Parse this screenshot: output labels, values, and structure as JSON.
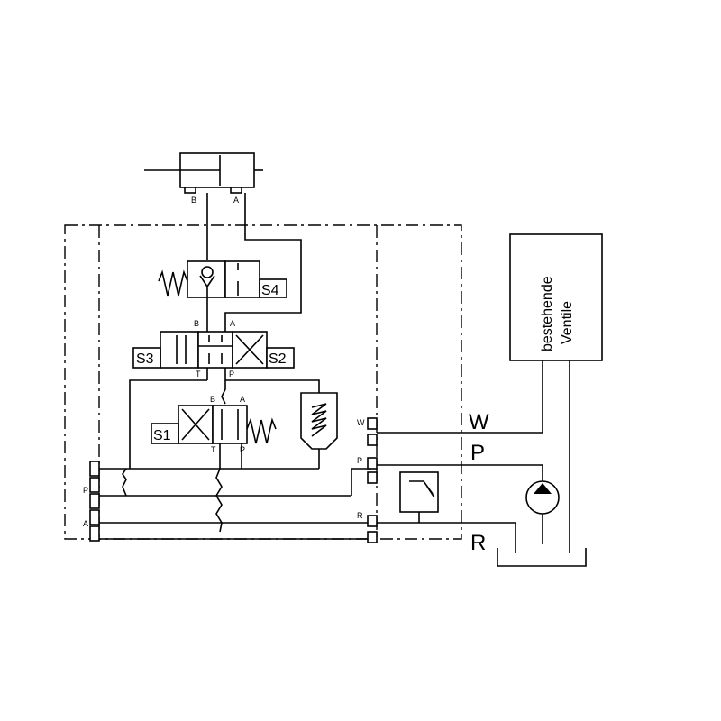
{
  "cylinder": {
    "port_b": "B",
    "port_a": "A"
  },
  "valves": {
    "s4": {
      "label": "S4"
    },
    "s3s2": {
      "label_left": "S3",
      "label_right": "S2",
      "port_b": "B",
      "port_a": "A",
      "port_t": "T",
      "port_p": "P"
    },
    "s1": {
      "label": "S1",
      "port_b": "B",
      "port_a": "A",
      "port_t": "T",
      "port_p": "P"
    }
  },
  "block_ports": {
    "w": "W",
    "p": "P",
    "r": "R",
    "left_p": "P",
    "left_a": "A"
  },
  "external": {
    "w": "W",
    "p": "P",
    "r": "R"
  },
  "existing_valves_box": {
    "line1": "bestehende",
    "line2": "Ventile"
  }
}
